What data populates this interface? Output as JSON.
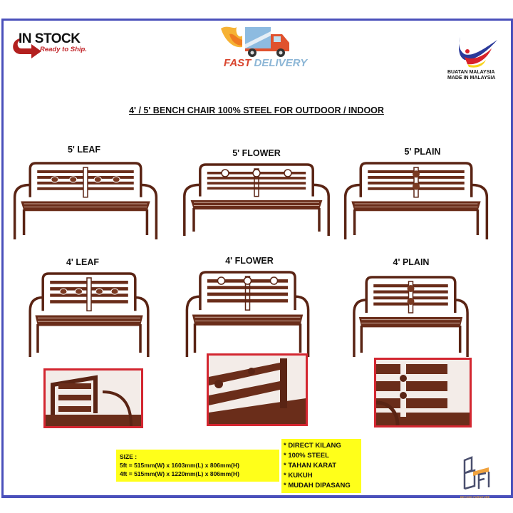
{
  "badges": {
    "in_stock": "IN STOCK",
    "ready_to_ship": "Ready to Ship.",
    "fast": "FAST",
    "delivery": "DELIVERY",
    "buatan": "BUATAN MALAYSIA",
    "made_in": "MADE IN MALAYSIA"
  },
  "title": "4' / 5' BENCH CHAIR 100% STEEL FOR OUTDOOR / INDOOR",
  "benches": [
    {
      "label": "5' LEAF",
      "pattern": "leaf"
    },
    {
      "label": "5' FLOWER",
      "pattern": "flower"
    },
    {
      "label": "5' PLAIN",
      "pattern": "plain"
    },
    {
      "label": "4' LEAF",
      "pattern": "leaf"
    },
    {
      "label": "4' FLOWER",
      "pattern": "flower"
    },
    {
      "label": "4' PLAIN",
      "pattern": "plain"
    }
  ],
  "size": {
    "heading": "SIZE :",
    "lines": [
      "5ft = 515mm(W) x 1603mm(L) x 806mm(H)",
      "4ft = 515mm(W) x 1220mm(L) x 806mm(H)"
    ]
  },
  "features": [
    "* DIRECT KILANG",
    "* 100% STEEL",
    "* TAHAN KARAT",
    "* KUKUH",
    "* MUDAH DIPASANG"
  ],
  "brand": "BEYOND FURNITURE",
  "colors": {
    "frame": "#4a50bb",
    "bench": "#5a2414",
    "highlight": "#ffff1a",
    "detail_border": "#d32630"
  }
}
